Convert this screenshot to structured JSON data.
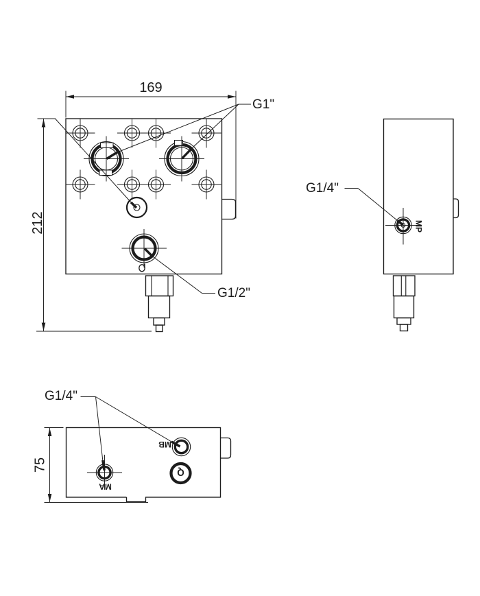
{
  "colors": {
    "line": "#1c1c1c",
    "background": "#ffffff"
  },
  "front_view": {
    "dim_width": "169",
    "dim_height": "212",
    "label_g1": "G1\"",
    "label_g12": "G1/2\""
  },
  "side_view": {
    "label_g14": "G1/4\"",
    "label_mp": "MP"
  },
  "bottom_view": {
    "dim_depth": "75",
    "label_g14": "G1/4\"",
    "label_ma": "MA",
    "label_mb": "MB",
    "label_q": "Q"
  }
}
